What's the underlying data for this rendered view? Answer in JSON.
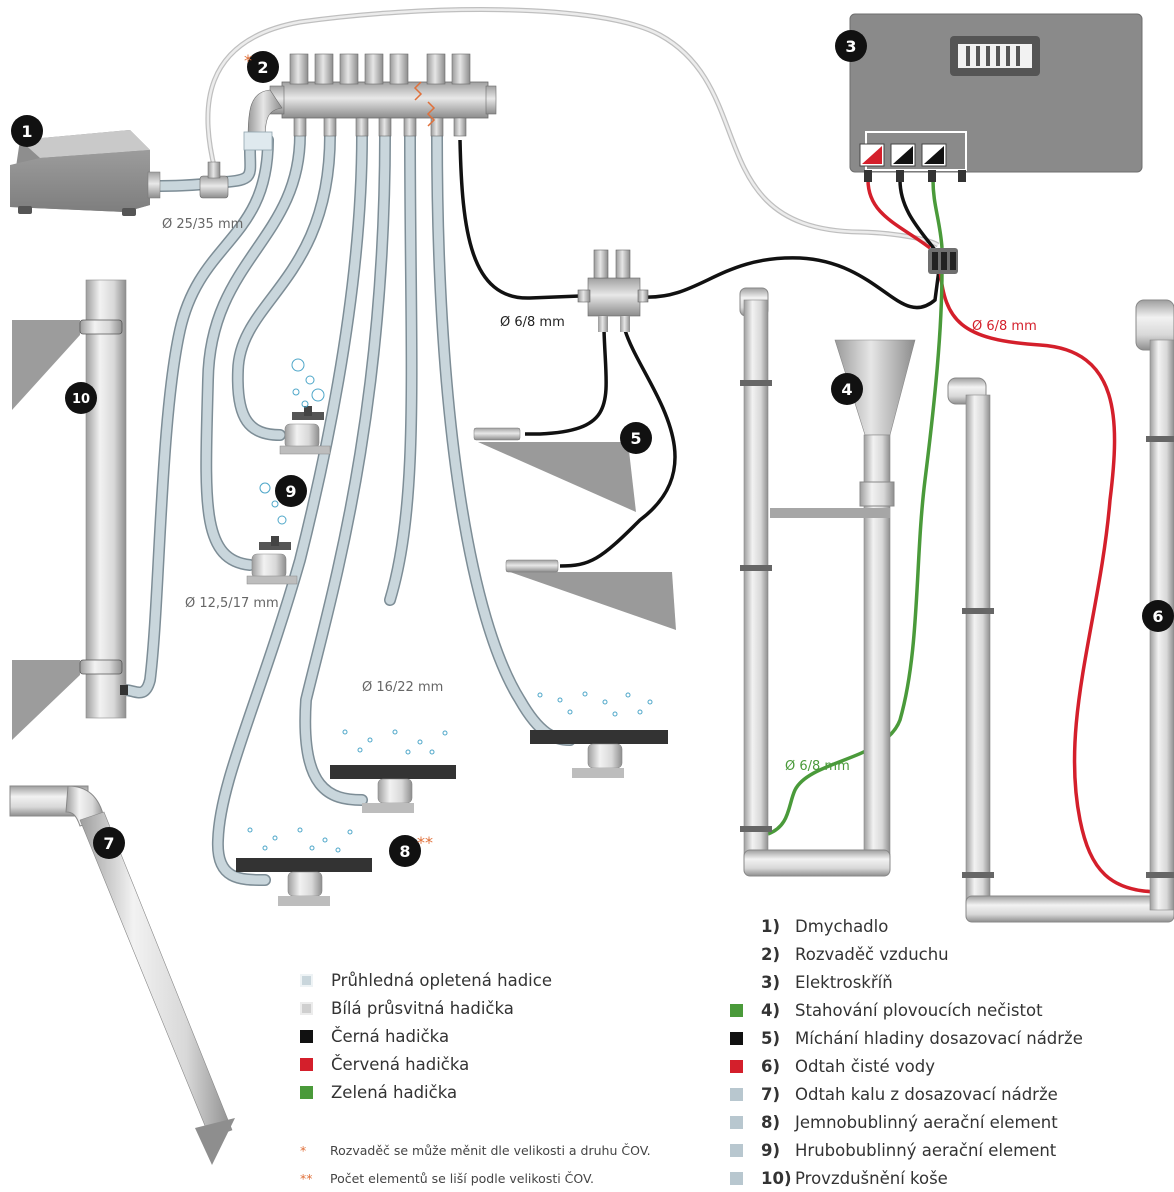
{
  "markers": {
    "m1": "1",
    "m2": "2",
    "m3": "3",
    "m4": "4",
    "m5": "5",
    "m6": "6",
    "m7": "7",
    "m8": "8",
    "m9": "9",
    "m10": "10"
  },
  "stars": {
    "single": "*",
    "double": "**"
  },
  "labels": {
    "blower_pipe": "Ø 25/35 mm",
    "coarse_hose": "Ø 12,5/17 mm",
    "fine_hose": "Ø 16/22 mm",
    "black_hose": "Ø 6/8 mm",
    "red_hose": "Ø 6/8 mm",
    "green_hose": "Ø 6/8 mm"
  },
  "colors": {
    "braided": "#b8c7cf",
    "white_translucent": "#cfcfcf",
    "black": "#111111",
    "red": "#d41f2b",
    "green": "#4a9a3a",
    "accent_star": "#e0703a"
  },
  "legend_hoses": [
    {
      "label": "Průhledná opletená hadice",
      "color": "#c9d6dc"
    },
    {
      "label": "Bílá průsvitná hadička",
      "color": "#cfcfcf"
    },
    {
      "label": "Černá hadička",
      "color": "#111111"
    },
    {
      "label": "Červená hadička",
      "color": "#d41f2b"
    },
    {
      "label": "Zelená hadička",
      "color": "#4a9a3a"
    }
  ],
  "footnotes": [
    {
      "mark": "*",
      "text": "Rozvaděč se může měnit dle velikosti a druhu ČOV."
    },
    {
      "mark": "**",
      "text": "Počet elementů se liší podle velikosti ČOV."
    }
  ],
  "legend_items": [
    {
      "num": "1)",
      "label": "Dmychadlo",
      "color": ""
    },
    {
      "num": "2)",
      "label": "Rozvaděč vzduchu",
      "color": ""
    },
    {
      "num": "3)",
      "label": "Elektroskříň",
      "color": ""
    },
    {
      "num": "4)",
      "label": "Stahování plovoucích nečistot",
      "color": "#4a9a3a"
    },
    {
      "num": "5)",
      "label": "Míchání hladiny dosazovací nádrže",
      "color": "#111111"
    },
    {
      "num": "6)",
      "label": "Odtah čisté vody",
      "color": "#d41f2b"
    },
    {
      "num": "7)",
      "label": "Odtah kalu z dosazovací nádrže",
      "color": "#b8c7cf"
    },
    {
      "num": "8)",
      "label": "Jemnobublinný aerační element",
      "color": "#b8c7cf"
    },
    {
      "num": "9)",
      "label": "Hrubobublinný aerační element",
      "color": "#b8c7cf"
    },
    {
      "num": "10)",
      "label": "Provzdušnění koše",
      "color": "#b8c7cf"
    }
  ]
}
